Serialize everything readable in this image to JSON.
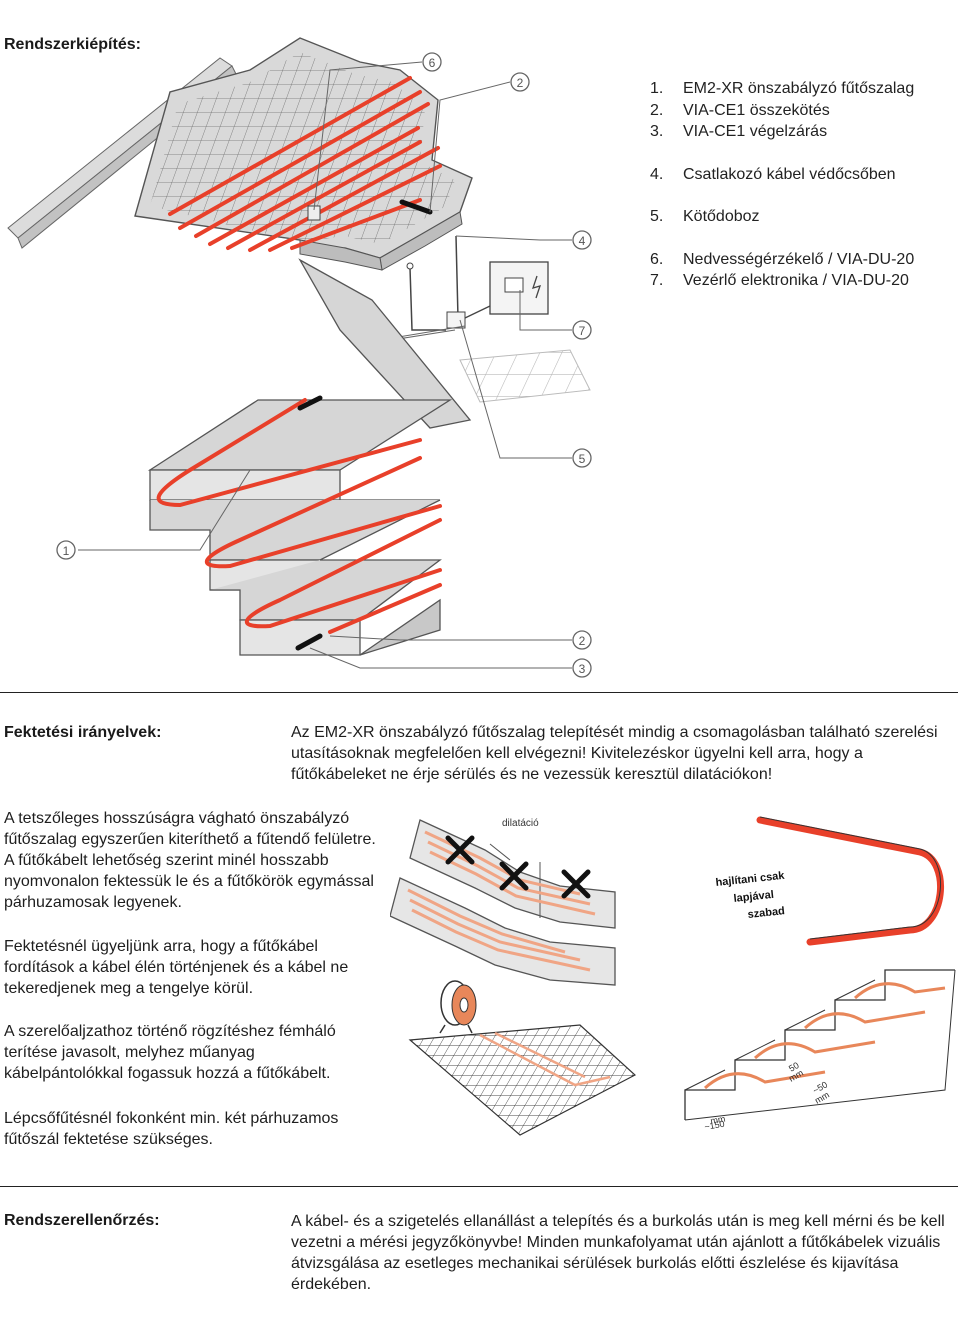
{
  "system": {
    "title": "Rendszerkiépítés:",
    "legend": [
      {
        "num": "1.",
        "text": "EM2-XR önszabályzó fűtőszalag"
      },
      {
        "num": "2.",
        "text": "VIA-CE1 összekötés"
      },
      {
        "num": "3.",
        "text": "VIA-CE1 végelzárás"
      },
      {
        "num": "4.",
        "text": "Csatlakozó kábel védőcsőben"
      },
      {
        "num": "5.",
        "text": "Kötődoboz"
      },
      {
        "num": "6.",
        "text": "Nedvességérzékelő / VIA-DU-20"
      },
      {
        "num": "7.",
        "text": "Vezérlő elektronika / VIA-DU-20"
      }
    ],
    "callouts": [
      "6",
      "2",
      "4",
      "7",
      "5",
      "1",
      "2",
      "3"
    ]
  },
  "laying": {
    "title": "Fektetési irányelvek:",
    "intro": "Az EM2-XR önszabályzó fűtőszalag telepítését mindig a csomagolásban található szerelési utasításoknak megfelelően kell elvégezni! Kivitelezéskor ügyelni kell arra, hogy a fűtőkábeleket ne érje sérülés és ne vezessük keresztül dilatációkon!",
    "paragraphs": [
      "A tetszőleges hosszúságra vágható önszabályzó fűtőszalag egyszerűen kiteríthető a fűtendő felületre. A fűtőkábelt lehetőség szerint minél hosszabb nyomvonalon fektessük le és a fűtőkörök egymással párhuzamosak legyenek.",
      "Fektetésnél ügyeljünk arra, hogy a fűtőkábel fordítások a kábel élén történjenek és a kábel ne tekeredjenek meg a tengelye körül.",
      "A szerelőaljzathoz történő rögzítéshez fémháló terítése javasolt, melyhez műanyag kábelpántolókkal fogassuk hozzá a fűtőkábelt.",
      "Lépcsőfűtésnél fokonként min. két párhuzamos fűtőszál fektetése szükséges."
    ],
    "dilatation_label": "dilatáció",
    "bend_note": [
      "hajlítani csak",
      "lapjával",
      "szabad"
    ],
    "dim_labels": [
      "50",
      "mm",
      "~50",
      "mm",
      "~150",
      "mm"
    ]
  },
  "check": {
    "title": "Rendszerellenőrzés:",
    "text": "A kábel- és a szigetelés ellanállást a telepítés és a burkolás után is meg kell mérni és be kell vezetni a mérési jegyzőkönyvbe! Minden munkafolyamat után ajánlott a fűtőkábelek vizuális átvizsgálása az esetleges mechanikai sérülések burkolás előtti észlelése és kijavítása érdekében."
  },
  "colors": {
    "cable": "#e8402a",
    "cable_light": "#f0a585",
    "concrete": "#d2d2d2",
    "stroke": "#555555"
  }
}
